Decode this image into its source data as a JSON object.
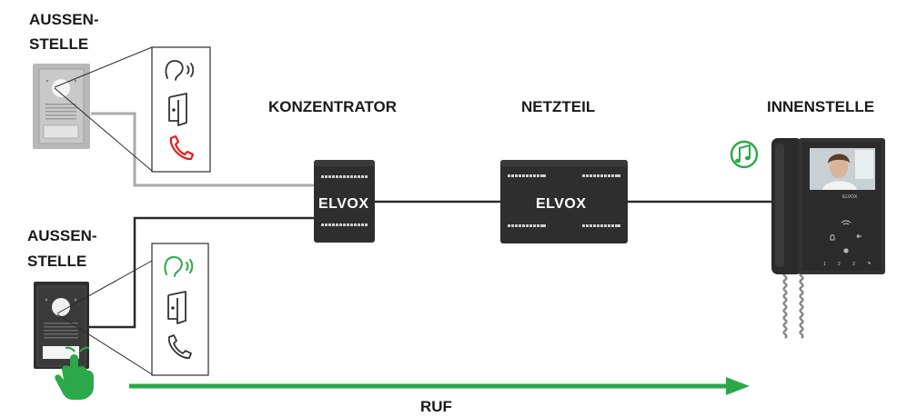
{
  "labels": {
    "outdoor_top_line1": "AUSSEN-",
    "outdoor_top_line2": "STELLE",
    "outdoor_bottom_line1": "AUSSEN-",
    "outdoor_bottom_line2": "STELLE",
    "concentrator": "KONZENTRATOR",
    "power_supply": "NETZTEIL",
    "indoor": "INNENSTELLE",
    "call": "RUF"
  },
  "brand": {
    "concentrator_logo": "ELVOX",
    "power_supply_logo": "ELVOX",
    "monitor_logo": "ELVOX"
  },
  "colors": {
    "wire_active": "#2b2b2b",
    "wire_inactive": "#aaaaaa",
    "call_arrow": "#2ca84a",
    "active_icon": "#2ca84a",
    "inactive_handset": "#e02020",
    "device_dark": "#2a2a2a",
    "device_grey": "#b9b9b9"
  },
  "status_icons": {
    "top_panel": [
      "audio-icon",
      "door-icon",
      "handset-icon-red"
    ],
    "bottom_panel": [
      "audio-icon-green",
      "door-icon",
      "handset-icon"
    ],
    "monitor_badge": "music-note-icon"
  }
}
